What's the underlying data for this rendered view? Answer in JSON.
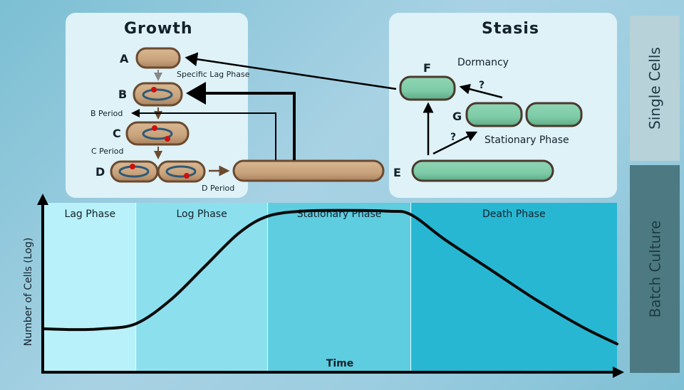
{
  "panels": {
    "growth": {
      "title": "Growth"
    },
    "stasis": {
      "title": "Stasis"
    }
  },
  "side_labels": {
    "single_cells": "Single Cells",
    "batch_culture": "Batch Culture"
  },
  "growth_cells": {
    "A": {
      "letter": "A",
      "annotation": "Specific Lag Phase"
    },
    "B": {
      "letter": "B",
      "annotation": "B Period"
    },
    "C": {
      "letter": "C",
      "annotation": "C Period"
    },
    "D": {
      "letter": "D",
      "annotation": "D Period"
    }
  },
  "stasis_cells": {
    "E": {
      "letter": "E"
    },
    "F": {
      "letter": "F",
      "annotation": "Dormancy"
    },
    "G": {
      "letter": "G",
      "annotation": "Stationary Phase"
    },
    "unknown_marker": "?"
  },
  "colors": {
    "growth_cell": "#c8a37c",
    "growth_cell_border": "#6b4a30",
    "stasis_cell": "#7ecba7",
    "stasis_cell_border": "#4a3a2c",
    "chromosome": "#2d5a78",
    "origin_dot": "#cc1111",
    "lag_bg": "#b8f1f9",
    "log_bg": "#8ce0ee",
    "stationary_bg": "#5ecde0",
    "death_bg": "#28b7d3"
  },
  "chart_data": {
    "type": "line",
    "title": "",
    "xlabel": "Time",
    "ylabel": "Number of Cells (Log)",
    "phases": [
      {
        "name": "Lag Phase",
        "x_start": 0,
        "x_end": 0.16
      },
      {
        "name": "Log Phase",
        "x_start": 0.16,
        "x_end": 0.39
      },
      {
        "name": "Stationary Phase",
        "x_start": 0.39,
        "x_end": 0.64
      },
      {
        "name": "Death Phase",
        "x_start": 0.64,
        "x_end": 1.0
      }
    ],
    "x": [
      0,
      0.05,
      0.1,
      0.16,
      0.22,
      0.28,
      0.34,
      0.39,
      0.45,
      0.52,
      0.6,
      0.64,
      0.7,
      0.78,
      0.86,
      0.94,
      1.0
    ],
    "y": [
      0.25,
      0.245,
      0.25,
      0.28,
      0.42,
      0.62,
      0.82,
      0.92,
      0.95,
      0.955,
      0.95,
      0.93,
      0.78,
      0.6,
      0.42,
      0.26,
      0.16
    ],
    "xlim": [
      0,
      1
    ],
    "ylim": [
      0,
      1
    ],
    "grid": false
  }
}
